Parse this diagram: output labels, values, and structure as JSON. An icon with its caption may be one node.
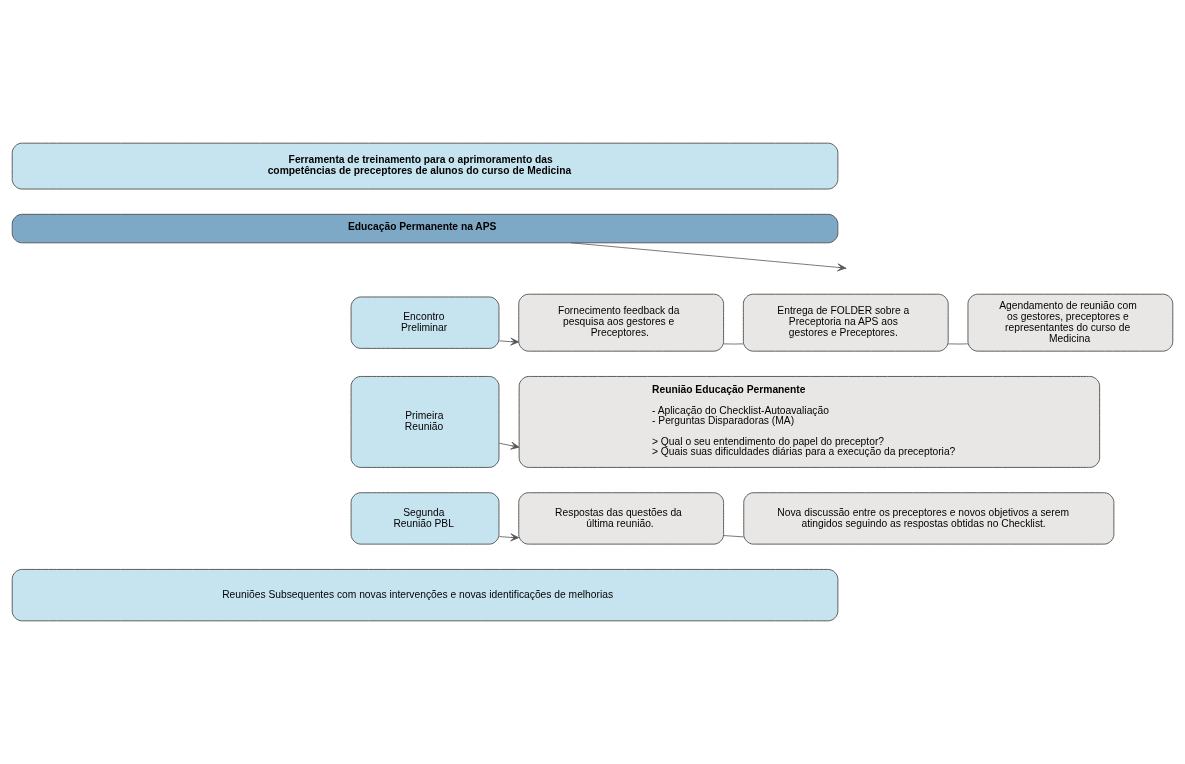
{
  "diagram": {
    "nodes": [
      {
        "text": [
          "Ferramenta de treinamento para o aprimoramento das competências de preceptores de alunos do curso de Medicina"
        ]
      },
      {
        "text": [
          "Educação Permanente na APS"
        ]
      },
      {
        "text": [
          "Encontro Preliminar"
        ]
      },
      {
        "text": [
          "Fornecimento feedback da pesquisa aos gestores e Preceptores."
        ]
      },
      {
        "text": [
          "Entrega de FOLDER sobre a Preceptoria na APS aos gestores e Preceptores."
        ]
      },
      {
        "text": [
          "Agendamento de reunião com os gestores, preceptores e representantes do curso de Medicina"
        ]
      },
      {
        "text": [
          "Primeira Reunião"
        ]
      },
      {
        "text": [
          "Reunião Educação Permanente",
          "- Aplicação do Checklist-Autoavaliação",
          "- Perguntas Disparadoras (MA)",
          "> Qual o seu entendimento do papel do preceptor?",
          "> Quais suas dificuldades diárias para a execução da preceptoria?"
        ]
      },
      {
        "text": [
          "Segunda Reunião PBL"
        ]
      },
      {
        "text": [
          "Respostas das questões da última reunião."
        ]
      },
      {
        "text": [
          "Nova discussão entre os preceptores e novos objetivos a serem atingidos seguindo as respostas obtidas no Checklist."
        ]
      },
      {
        "text": [
          "Reuniões Subsequentes com novas intervenções e novas identificações de melhorias"
        ]
      }
    ],
    "edges": [
      {
        "from": 1,
        "to": null,
        "arrow": "to"
      },
      {
        "from": 2,
        "to": 3,
        "arrow": "to"
      },
      {
        "from": 3,
        "to": 4,
        "arrow": "none"
      },
      {
        "from": 4,
        "to": 5,
        "arrow": "none"
      },
      {
        "from": 6,
        "to": 7,
        "arrow": "to"
      },
      {
        "from": 8,
        "to": 9,
        "arrow": "to"
      },
      {
        "from": 9,
        "to": 10,
        "arrow": "none"
      }
    ]
  }
}
